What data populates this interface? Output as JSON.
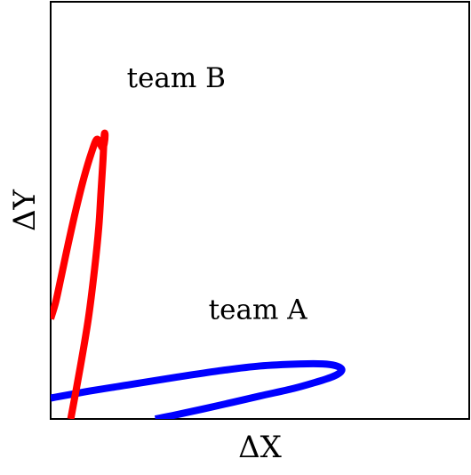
{
  "chart_data": {
    "type": "line",
    "xlabel": "ΔX",
    "ylabel": "ΔY",
    "xlim": [
      0,
      1
    ],
    "ylim": [
      0,
      1
    ],
    "grid": false,
    "legend": "none",
    "series": [
      {
        "name": "team A",
        "color": "#0000ff",
        "x": [
          0.0,
          0.1,
          0.2,
          0.3,
          0.4,
          0.5,
          0.6,
          0.65,
          0.68,
          0.695,
          0.69,
          0.67,
          0.63,
          0.58,
          0.5,
          0.4,
          0.3,
          0.25
        ],
        "y": [
          0.05,
          0.068,
          0.084,
          0.1,
          0.115,
          0.127,
          0.132,
          0.132,
          0.128,
          0.12,
          0.11,
          0.1,
          0.087,
          0.073,
          0.055,
          0.032,
          0.01,
          0.0
        ]
      },
      {
        "name": "team B",
        "color": "#ff0000",
        "x": [
          0.048,
          0.07,
          0.09,
          0.105,
          0.115,
          0.12,
          0.125,
          0.128,
          0.13,
          0.128,
          0.124,
          0.118,
          0.11,
          0.098,
          0.08,
          0.06,
          0.042,
          0.025,
          0.012,
          0.0
        ],
        "y": [
          0.0,
          0.12,
          0.24,
          0.36,
          0.46,
          0.54,
          0.62,
          0.68,
          0.68,
          0.66,
          0.65,
          0.66,
          0.67,
          0.64,
          0.58,
          0.5,
          0.42,
          0.34,
          0.28,
          0.24
        ]
      }
    ],
    "annotations": [
      {
        "text": "team B",
        "x": 0.3,
        "y": 0.795,
        "color": "#000000"
      },
      {
        "text": "team A",
        "x": 0.495,
        "y": 0.24,
        "color": "#000000"
      }
    ]
  }
}
